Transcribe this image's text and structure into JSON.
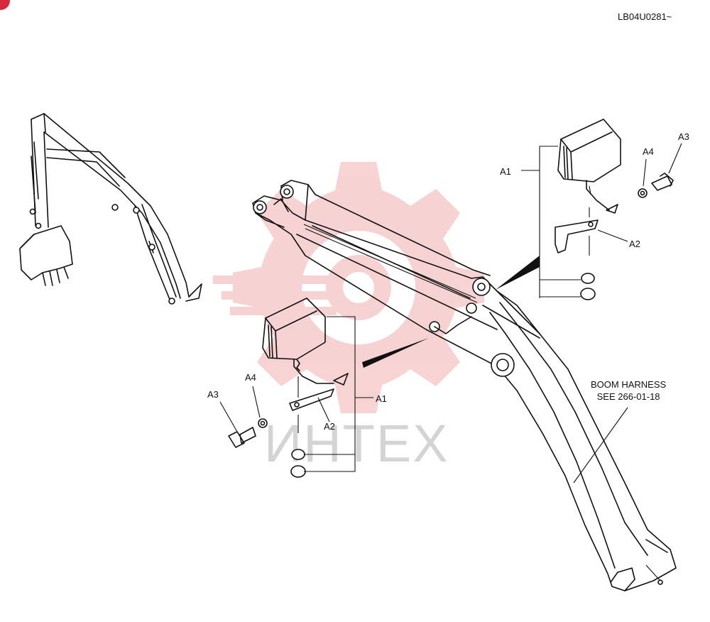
{
  "drawing": {
    "reference_code": "LB04U0281~",
    "harness_note": {
      "line1": "BOOM HARNESS",
      "line2": "SEE 266-01-18"
    }
  },
  "callouts": {
    "right_assembly": {
      "a1": "A1",
      "a2": "A2",
      "a3": "A3",
      "a4": "A4"
    },
    "left_assembly": {
      "a1": "A1",
      "a2": "A2",
      "a3": "A3",
      "a4": "A4"
    }
  },
  "watermark": {
    "text": "ИНТЕХ",
    "gear_color": "#f4c4c4",
    "text_color": "#d4d4d4"
  },
  "badge": {
    "color": "#d8283d"
  }
}
